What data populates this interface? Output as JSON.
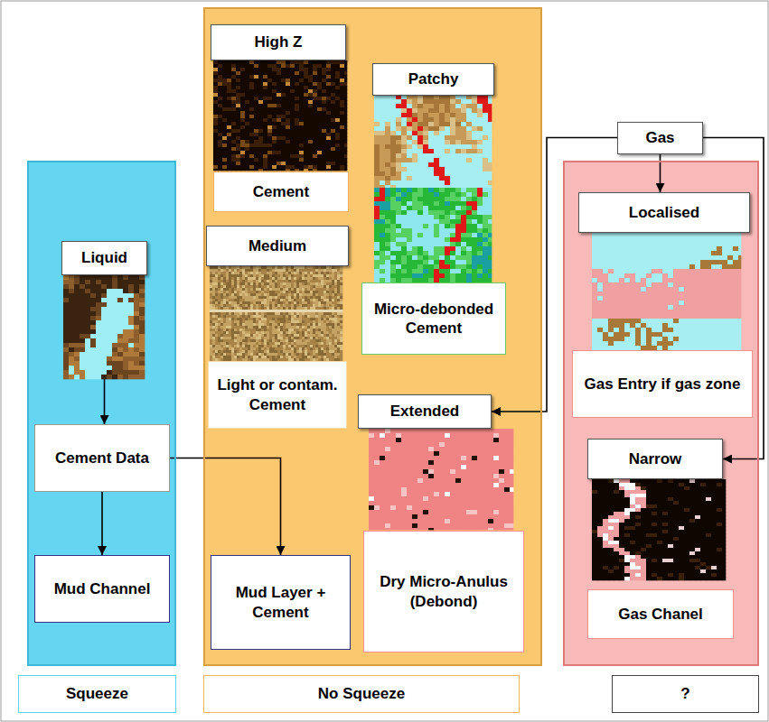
{
  "diagram": {
    "nodes": [
      {
        "text": []
      },
      {
        "text": [
          "Liquid"
        ],
        "in": 0
      },
      {
        "text": [
          "Cement Data"
        ],
        "in": 0
      },
      {
        "text": [
          "Mud Channel"
        ],
        "in": 0
      },
      {
        "text": []
      },
      {
        "text": [
          "High Z"
        ],
        "in": 4
      },
      {
        "text": [
          "Cement"
        ],
        "in": 4
      },
      {
        "text": [
          "Medium"
        ],
        "in": 4
      },
      {
        "text": [
          "Light or contam. Cement"
        ],
        "in": 4
      },
      {
        "text": [
          "Patchy"
        ],
        "in": 4
      },
      {
        "text": [
          "Micro-debonded Cement"
        ],
        "in": 4
      },
      {
        "text": [
          "Extended"
        ],
        "in": 4
      },
      {
        "text": [
          "Dry Micro-Anulus (Debond)"
        ],
        "in": 4
      },
      {
        "text": [
          "Mud Layer + Cement"
        ],
        "in": 4
      },
      {
        "text": [
          "Gas"
        ]
      },
      {
        "text": []
      },
      {
        "text": [
          "Localised"
        ],
        "in": 15
      },
      {
        "text": [
          "Gas Entry if gas zone"
        ],
        "in": 15
      },
      {
        "text": [
          "Narrow"
        ],
        "in": 15
      },
      {
        "text": [
          "Gas Chanel"
        ],
        "in": 15
      },
      {
        "text": [
          "Squeeze"
        ]
      },
      {
        "text": [
          "No Squeeze"
        ]
      },
      {
        "text": [
          "?"
        ]
      }
    ],
    "edges": [
      {
        "from": 1,
        "to": 2,
        "arrow": "to"
      },
      {
        "from": 2,
        "to": 3,
        "arrow": "to"
      },
      {
        "from": 2,
        "to": 13,
        "arrow": "to"
      },
      {
        "from": 14,
        "to": 16,
        "arrow": "to"
      },
      {
        "from": 14,
        "to": 11,
        "arrow": "to"
      },
      {
        "from": 14,
        "to": 18,
        "arrow": "to"
      }
    ]
  }
}
